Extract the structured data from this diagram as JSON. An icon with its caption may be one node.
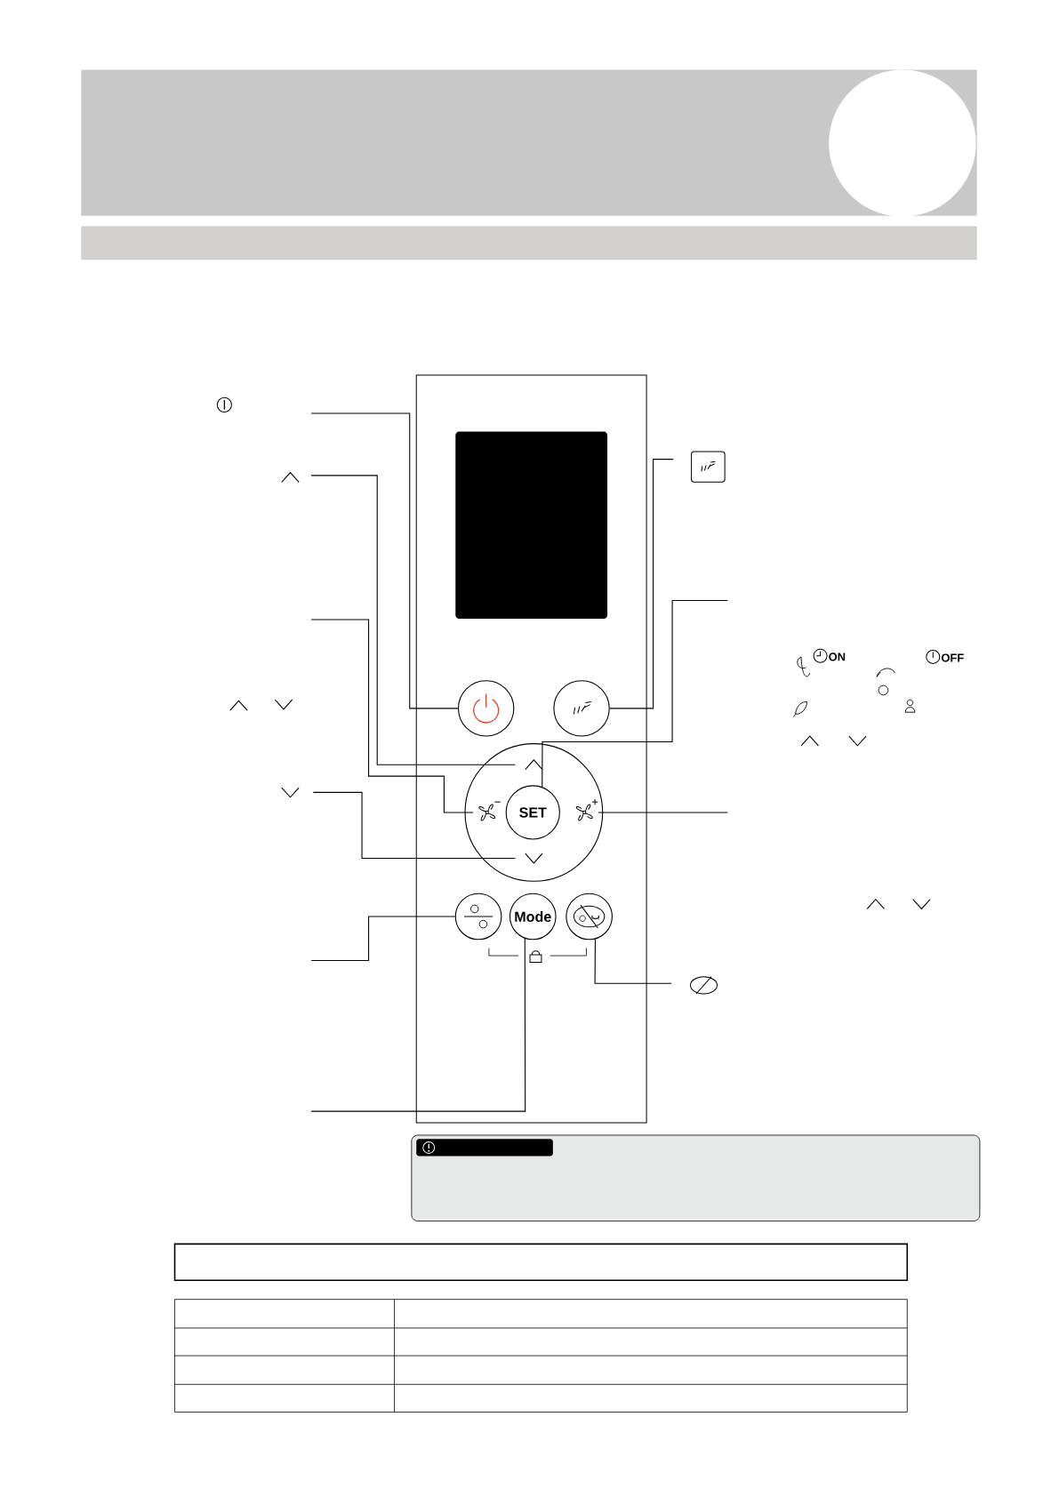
{
  "diagram": {
    "nodes": [
      {
        "text": [],
        "shape": "box"
      },
      {
        "text": [],
        "shape": "circle",
        "in": 0
      },
      {
        "text": [],
        "shape": "circle",
        "in": 0
      },
      {
        "text": [],
        "shape": "chevron",
        "in": 0
      },
      {
        "text": [],
        "shape": "fan",
        "in": 0
      },
      {
        "text": [
          "SET"
        ],
        "in": 0
      },
      {
        "text": [],
        "shape": "fan",
        "in": 0
      },
      {
        "text": [],
        "shape": "chevron",
        "in": 0
      },
      {
        "text": [],
        "shape": "circle",
        "in": 0
      },
      {
        "text": [
          "Mode"
        ],
        "in": 0
      },
      {
        "text": [],
        "shape": "circle",
        "in": 0
      }
    ],
    "edges": [
      {
        "from": null,
        "to": 1,
        "arrow": "none"
      },
      {
        "from": null,
        "to": 3,
        "arrow": "none"
      },
      {
        "from": null,
        "to": 4,
        "arrow": "none"
      },
      {
        "from": null,
        "to": 7,
        "arrow": "none"
      },
      {
        "from": null,
        "to": 8,
        "arrow": "none"
      },
      {
        "from": null,
        "to": 9,
        "arrow": "none"
      },
      {
        "from": null,
        "to": 2,
        "arrow": "none"
      },
      {
        "from": null,
        "to": 5,
        "arrow": "none"
      },
      {
        "from": null,
        "to": 6,
        "arrow": "none"
      },
      {
        "from": null,
        "to": 10,
        "arrow": "none"
      }
    ],
    "labels": [
      "ON",
      "OFF"
    ]
  }
}
